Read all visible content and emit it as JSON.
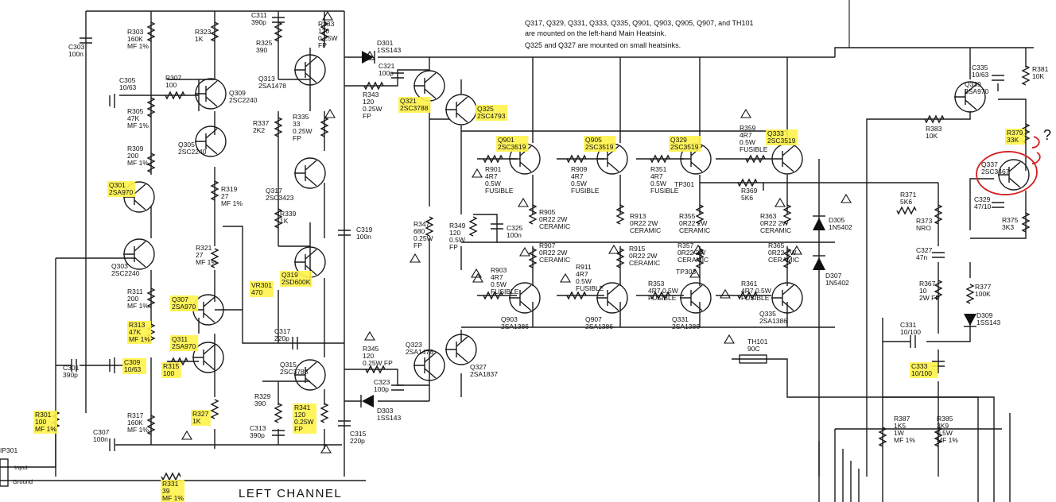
{
  "diagram": {
    "title": "LEFT CHANNEL",
    "notes": [
      "Q317, Q329, Q331, Q333, Q335, Q901, Q903, Q905, Q907, and TH101",
      "are mounted on the left-hand Main Heatsink.",
      "Q325 and Q327 are mounted on small heatsinks."
    ],
    "connector": {
      "name": "IP301",
      "pins": [
        "Input",
        "Ground"
      ]
    },
    "annotation": "?",
    "highlight_color": "#fff34a",
    "circle_color": "#d42020",
    "components": [
      {
        "id": "C303",
        "lines": [
          "C303",
          "100n"
        ]
      },
      {
        "id": "R303",
        "lines": [
          "R303",
          "160K",
          "MF 1%"
        ]
      },
      {
        "id": "R323",
        "lines": [
          "R323",
          "1K"
        ]
      },
      {
        "id": "C311",
        "lines": [
          "C311",
          "390p"
        ]
      },
      {
        "id": "R325",
        "lines": [
          "R325",
          "390"
        ]
      },
      {
        "id": "R333",
        "lines": [
          "R333",
          "120",
          "0.25W",
          "FP"
        ]
      },
      {
        "id": "C305",
        "lines": [
          "C305",
          "10/63"
        ]
      },
      {
        "id": "R307",
        "lines": [
          "R307",
          "100"
        ]
      },
      {
        "id": "Q309",
        "lines": [
          "Q309",
          "2SC2240"
        ]
      },
      {
        "id": "Q313",
        "lines": [
          "Q313",
          "2SA1478"
        ]
      },
      {
        "id": "R305",
        "lines": [
          "R305",
          "47K",
          "MF 1%"
        ]
      },
      {
        "id": "R337",
        "lines": [
          "R337",
          "2K2"
        ]
      },
      {
        "id": "R335",
        "lines": [
          "R335",
          "33",
          "0.25W",
          "FP"
        ]
      },
      {
        "id": "Q305",
        "lines": [
          "Q305",
          "2SC2240"
        ]
      },
      {
        "id": "R309",
        "lines": [
          "R309",
          "200",
          "MF 1%"
        ]
      },
      {
        "id": "Q317",
        "lines": [
          "Q317",
          "2SC3423"
        ]
      },
      {
        "id": "Q301",
        "lines": [
          "Q301",
          "2SA970"
        ],
        "highlight": true
      },
      {
        "id": "R319",
        "lines": [
          "R319",
          "27",
          "MF 1%"
        ]
      },
      {
        "id": "R339",
        "lines": [
          "R339",
          "1K"
        ]
      },
      {
        "id": "C319",
        "lines": [
          "C319",
          "100n"
        ]
      },
      {
        "id": "R321",
        "lines": [
          "R321",
          "27",
          "MF 1%"
        ]
      },
      {
        "id": "Q303",
        "lines": [
          "Q303",
          "2SC2240"
        ]
      },
      {
        "id": "Q319",
        "lines": [
          "Q319",
          "2SD600K"
        ],
        "highlight": true
      },
      {
        "id": "VR301",
        "lines": [
          "VR301",
          "470"
        ],
        "highlight": true
      },
      {
        "id": "R311",
        "lines": [
          "R311",
          "200",
          "MF 1%"
        ]
      },
      {
        "id": "Q307",
        "lines": [
          "Q307",
          "2SA970"
        ],
        "highlight": true
      },
      {
        "id": "R313",
        "lines": [
          "R313",
          "47K",
          "MF 1%"
        ],
        "highlight": true
      },
      {
        "id": "Q311",
        "lines": [
          "Q311",
          "2SA970"
        ],
        "highlight": true
      },
      {
        "id": "C317",
        "lines": [
          "C317",
          "220p"
        ]
      },
      {
        "id": "C309",
        "lines": [
          "C309",
          "10/63"
        ],
        "highlight": true
      },
      {
        "id": "R315",
        "lines": [
          "R315",
          "100"
        ],
        "highlight": true
      },
      {
        "id": "Q315",
        "lines": [
          "Q315",
          "2SC3788"
        ]
      },
      {
        "id": "C301",
        "lines": [
          "C301",
          "390p"
        ]
      },
      {
        "id": "R327",
        "lines": [
          "R327",
          "1K"
        ],
        "highlight": true
      },
      {
        "id": "R329",
        "lines": [
          "R329",
          "390"
        ]
      },
      {
        "id": "R341",
        "lines": [
          "R341",
          "120",
          "0.25W",
          "FP"
        ],
        "highlight": true
      },
      {
        "id": "R301",
        "lines": [
          "R301",
          "100",
          "MF 1%"
        ],
        "highlight": true
      },
      {
        "id": "C307",
        "lines": [
          "C307",
          "100n"
        ]
      },
      {
        "id": "R317",
        "lines": [
          "R317",
          "160K",
          "MF 1%"
        ]
      },
      {
        "id": "C313",
        "lines": [
          "C313",
          "390p"
        ]
      },
      {
        "id": "C315",
        "lines": [
          "C315",
          "220p"
        ]
      },
      {
        "id": "R331",
        "lines": [
          "R331",
          "39",
          "MF 1%"
        ],
        "highlight": true
      },
      {
        "id": "D301",
        "lines": [
          "D301",
          "1SS143"
        ]
      },
      {
        "id": "C321",
        "lines": [
          "C321",
          "100p"
        ]
      },
      {
        "id": "R343",
        "lines": [
          "R343",
          "120",
          "0.25W",
          "FP"
        ]
      },
      {
        "id": "Q321",
        "lines": [
          "Q321",
          "2SC3788"
        ],
        "highlight": true
      },
      {
        "id": "Q325",
        "lines": [
          "Q325",
          "2SC4793"
        ],
        "highlight": true
      },
      {
        "id": "R347",
        "lines": [
          "R347",
          "680",
          "0.25W",
          "FP"
        ]
      },
      {
        "id": "R349",
        "lines": [
          "R349",
          "120",
          "0.5W",
          "FP"
        ]
      },
      {
        "id": "C325",
        "lines": [
          "C325",
          "100n"
        ]
      },
      {
        "id": "R345",
        "lines": [
          "R345",
          "120",
          "0.25W FP"
        ]
      },
      {
        "id": "C323",
        "lines": [
          "C323",
          "100p"
        ]
      },
      {
        "id": "D303",
        "lines": [
          "D303",
          "1SS143"
        ]
      },
      {
        "id": "Q323",
        "lines": [
          "Q323",
          "2SA1478"
        ]
      },
      {
        "id": "Q327",
        "lines": [
          "Q327",
          "2SA1837"
        ]
      },
      {
        "id": "Q901",
        "lines": [
          "Q901",
          "2SC3519"
        ],
        "highlight": true
      },
      {
        "id": "R901",
        "lines": [
          "R901",
          "4R7",
          "0.5W",
          "FUSIBLE"
        ]
      },
      {
        "id": "R905",
        "lines": [
          "R905",
          "0R22 2W",
          "CERAMIC"
        ]
      },
      {
        "id": "Q905",
        "lines": [
          "Q905",
          "2SC3519"
        ],
        "highlight": true
      },
      {
        "id": "R909",
        "lines": [
          "R909",
          "4R7",
          "0.5W",
          "FUSIBLE"
        ]
      },
      {
        "id": "R913",
        "lines": [
          "R913",
          "0R22 2W",
          "CERAMIC"
        ]
      },
      {
        "id": "Q329",
        "lines": [
          "Q329",
          "2SC3519"
        ],
        "highlight": true
      },
      {
        "id": "R351",
        "lines": [
          "R351",
          "4R7",
          "0.5W",
          "FUSIBLE"
        ]
      },
      {
        "id": "R355",
        "lines": [
          "R355",
          "0R22 2W",
          "CERAMIC"
        ]
      },
      {
        "id": "R359",
        "lines": [
          "R359",
          "4R7",
          "0.5W",
          "FUSIBLE"
        ]
      },
      {
        "id": "Q333",
        "lines": [
          "Q333",
          "2SC3519"
        ],
        "highlight": true
      },
      {
        "id": "R369",
        "lines": [
          "R369",
          "5K6"
        ]
      },
      {
        "id": "R363",
        "lines": [
          "R363",
          "0R22 2W",
          "CERAMIC"
        ]
      },
      {
        "id": "R907",
        "lines": [
          "R907",
          "0R22 2W",
          "CERAMIC"
        ]
      },
      {
        "id": "R903",
        "lines": [
          "R903",
          "4R7",
          "0.5W",
          "FUSIBLE"
        ]
      },
      {
        "id": "Q903",
        "lines": [
          "Q903",
          "2SA1386"
        ]
      },
      {
        "id": "R911",
        "lines": [
          "R911",
          "4R7",
          "0.5W",
          "FUSIBLE"
        ]
      },
      {
        "id": "Q907",
        "lines": [
          "Q907",
          "2SA1386"
        ]
      },
      {
        "id": "R915",
        "lines": [
          "R915",
          "0R22 2W",
          "CERAMIC"
        ]
      },
      {
        "id": "R357",
        "lines": [
          "R357",
          "0R22 2W",
          "CERAMIC"
        ]
      },
      {
        "id": "R353",
        "lines": [
          "R353",
          "4R7 0.5W",
          "FUSIBLE"
        ]
      },
      {
        "id": "Q331",
        "lines": [
          "Q331",
          "2SA1386"
        ]
      },
      {
        "id": "R365",
        "lines": [
          "R365",
          "0R22 2W",
          "CERAMIC"
        ]
      },
      {
        "id": "R361",
        "lines": [
          "R361",
          "4R7 0.5W",
          "FUSIBLE"
        ]
      },
      {
        "id": "Q335",
        "lines": [
          "Q335",
          "2SA1386"
        ]
      },
      {
        "id": "TP301",
        "lines": [
          "TP301"
        ]
      },
      {
        "id": "TP303",
        "lines": [
          "TP303"
        ]
      },
      {
        "id": "D305",
        "lines": [
          "D305",
          "1N5402"
        ]
      },
      {
        "id": "D307",
        "lines": [
          "D307",
          "1N5402"
        ]
      },
      {
        "id": "TH101",
        "lines": [
          "TH101",
          "90C"
        ]
      },
      {
        "id": "C335",
        "lines": [
          "C335",
          "10/63"
        ]
      },
      {
        "id": "R381",
        "lines": [
          "R381",
          "10K"
        ]
      },
      {
        "id": "Q339",
        "lines": [
          "Q339",
          "2SA970"
        ]
      },
      {
        "id": "R383",
        "lines": [
          "R383",
          "10K"
        ]
      },
      {
        "id": "R379",
        "lines": [
          "R379",
          "33K"
        ],
        "highlight": true
      },
      {
        "id": "Q337",
        "lines": [
          "Q337",
          "2SC3467"
        ],
        "circled": true
      },
      {
        "id": "R371",
        "lines": [
          "R371",
          "5K6"
        ]
      },
      {
        "id": "C329",
        "lines": [
          "C329",
          "47/10"
        ]
      },
      {
        "id": "R373",
        "lines": [
          "R373",
          "NRO"
        ]
      },
      {
        "id": "R375",
        "lines": [
          "R375",
          "3K3"
        ]
      },
      {
        "id": "C327",
        "lines": [
          "C327",
          "47n"
        ]
      },
      {
        "id": "R367",
        "lines": [
          "R367",
          "10",
          "2W FP"
        ]
      },
      {
        "id": "R377",
        "lines": [
          "R377",
          "100K"
        ]
      },
      {
        "id": "D309",
        "lines": [
          "D309",
          "1SS143"
        ]
      },
      {
        "id": "C331",
        "lines": [
          "C331",
          "10/100"
        ]
      },
      {
        "id": "C333",
        "lines": [
          "C333",
          "10/100"
        ],
        "highlight": true
      },
      {
        "id": "R387",
        "lines": [
          "R387",
          "1K5",
          "1W",
          "MF 1%"
        ]
      },
      {
        "id": "R385",
        "lines": [
          "R385",
          "3K9",
          "0.5W",
          "MF 1%"
        ]
      }
    ]
  }
}
